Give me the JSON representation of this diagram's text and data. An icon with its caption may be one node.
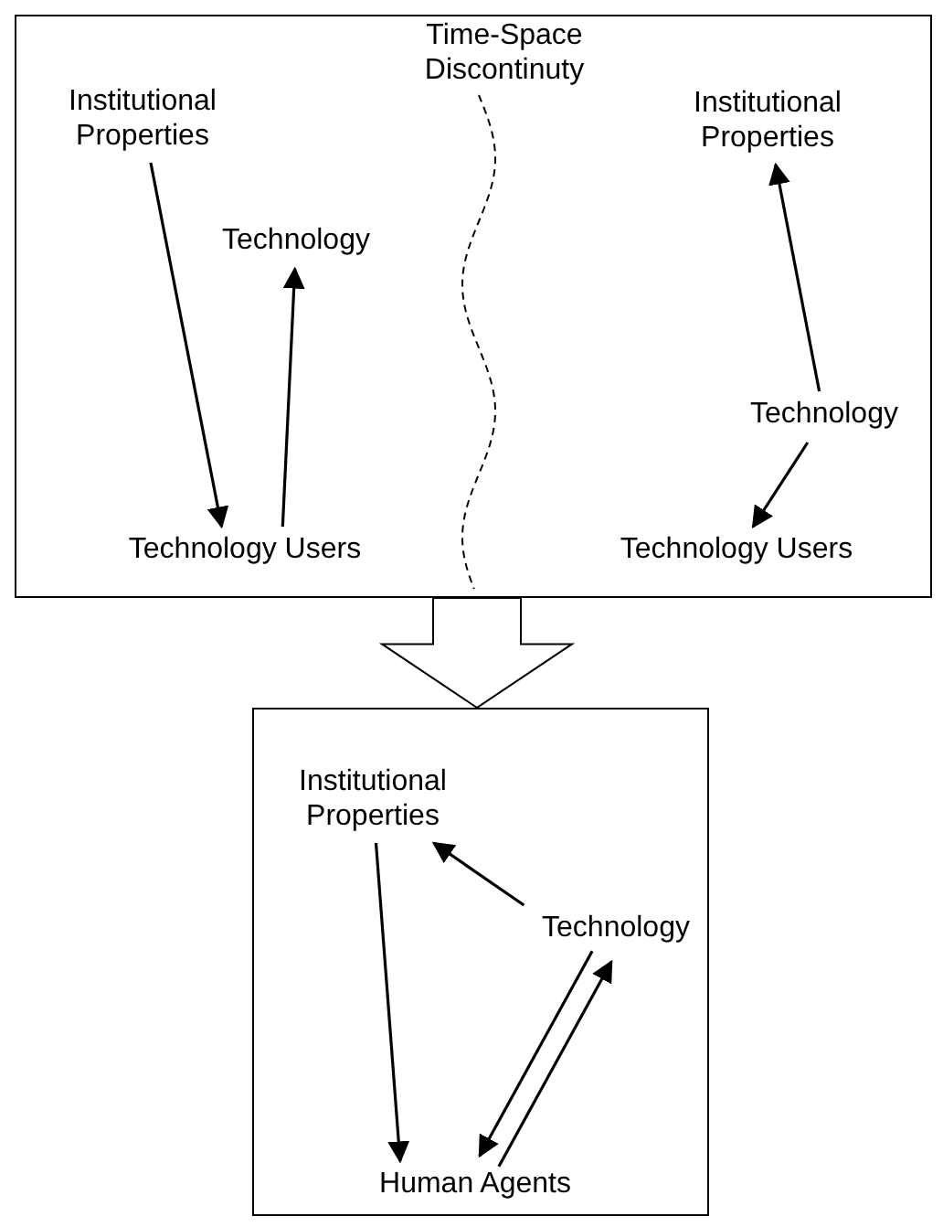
{
  "diagram": {
    "nodes": [
      {
        "text": [],
        "shape": "box"
      },
      {
        "text": [
          "Institutional Properties"
        ],
        "in": 0
      },
      {
        "text": [
          "Technology"
        ],
        "in": 0
      },
      {
        "text": [
          "Technology Users"
        ],
        "in": 0
      },
      {
        "text": [
          "Institutional Properties"
        ],
        "in": 0
      },
      {
        "text": [
          "Technology"
        ],
        "in": 0
      },
      {
        "text": [
          "Technology Users"
        ],
        "in": 0
      },
      {
        "text": [],
        "shape": "box"
      },
      {
        "text": [
          "Institutional Properties"
        ],
        "in": 7
      },
      {
        "text": [
          "Technology"
        ],
        "in": 7
      },
      {
        "text": [
          "Human Agents"
        ],
        "in": 7
      }
    ],
    "edges": [
      {
        "from": 1,
        "to": 3,
        "arrow": "to"
      },
      {
        "from": 3,
        "to": 2,
        "arrow": "to"
      },
      {
        "from": 5,
        "to": 4,
        "arrow": "to"
      },
      {
        "from": 5,
        "to": 6,
        "arrow": "to"
      },
      {
        "from": 0,
        "to": 7,
        "arrow": "to",
        "style": "thick"
      },
      {
        "from": 8,
        "to": 10,
        "arrow": "to"
      },
      {
        "from": 9,
        "to": 8,
        "arrow": "to"
      },
      {
        "from": 10,
        "to": 9,
        "arrow": "to"
      },
      {
        "from": 9,
        "to": 10,
        "arrow": "to"
      }
    ],
    "labels": [
      "Time-Space Discontinuty"
    ]
  }
}
